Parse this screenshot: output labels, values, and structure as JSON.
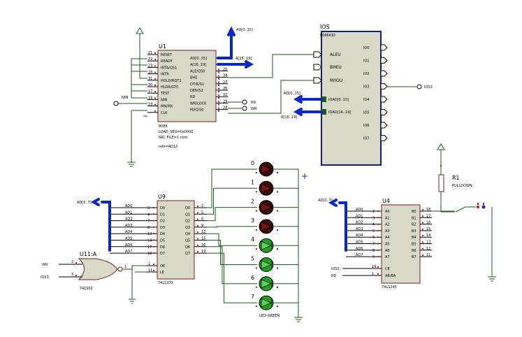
{
  "colors": {
    "background": "#ffffff",
    "wire": "#1a5a1a",
    "bus": "#0a28c8",
    "chip": "#d9d9c7",
    "led_red": "#3a0a0a",
    "led_green": "#1ea11e"
  },
  "u1": {
    "ref": "U1",
    "part": "8086",
    "prop1": "LOAD_SEG=0x0000",
    "prop2": "SRC FILE=1.com",
    "prop3": "refs=AD12",
    "left_pins": [
      {
        "num": "21",
        "name": "RESET"
      },
      {
        "num": "22",
        "name": "READY"
      },
      {
        "num": "23",
        "name": "INTA/QS1"
      },
      {
        "num": "18",
        "name": "INTR"
      },
      {
        "num": "31",
        "name": "HOLD/RQT1"
      },
      {
        "num": "30",
        "name": "HLDA/GT0"
      },
      {
        "num": "17",
        "name": "TEST"
      },
      {
        "num": "33",
        "name": "NMI"
      },
      {
        "num": "19",
        "name": "MN/MX"
      },
      {
        "num": "",
        "name": "CLK"
      }
    ],
    "right_pins": [
      {
        "num": "",
        "name": "AD[0..15]"
      },
      {
        "num": "",
        "name": "A[16..19]"
      },
      {
        "num": "25",
        "name": "ALE/QS0"
      },
      {
        "num": "34",
        "name": "BHE"
      },
      {
        "num": "27",
        "name": "DT/R/S1"
      },
      {
        "num": "26",
        "name": "DEN/S2"
      },
      {
        "num": "32",
        "name": "RD"
      },
      {
        "num": "29",
        "name": "WR/LOCK"
      },
      {
        "num": "28",
        "name": "M/IO/S0"
      }
    ]
  },
  "top_bus_label": "AD[0..15]",
  "u1_bus_label": "A[16..19]",
  "nmi_label": "NMI",
  "rd_terminal": "RD",
  "wr_terminal": "WR",
  "ios": {
    "title": "IOS",
    "subtitle": "8086IOD",
    "left_pins": [
      "ALEU",
      "BHEU",
      "M/IOU"
    ],
    "bus_pins": [
      "IOAD[0..15]",
      "IOAD[16..19]"
    ],
    "bus_labels": [
      "AD[0..15]",
      "A[16..19]"
    ],
    "right_pins": [
      "IO0",
      "IO1",
      "IO2",
      "IO3",
      "IO4",
      "IO5",
      "IO6",
      "IO7"
    ],
    "io3_terminal": "IOS3"
  },
  "u9": {
    "ref": "U9",
    "part": "74LS373",
    "bus_label": "AD[0..7]",
    "in_labels": [
      "AD0",
      "AD1",
      "AD2",
      "AD3",
      "AD4",
      "AD5",
      "AD6",
      "AD7"
    ],
    "in_nums": [
      "3",
      "4",
      "7",
      "8",
      "13",
      "14",
      "17",
      "18"
    ],
    "in_pins": [
      "D0",
      "D1",
      "D2",
      "D3",
      "D4",
      "D5",
      "D6",
      "D7"
    ],
    "out_pins": [
      "Q0",
      "Q1",
      "Q2",
      "Q3",
      "Q4",
      "Q5",
      "Q6",
      "Q7"
    ],
    "out_nums": [
      "2",
      "5",
      "6",
      "9",
      "12",
      "15",
      "16",
      "19"
    ],
    "ctrl_pins": [
      "OE",
      "LE"
    ],
    "ctrl_nums": [
      "1",
      "11"
    ]
  },
  "u11": {
    "ref": "U11:A",
    "part": "74LS02",
    "inputs": [
      "WR",
      "IOS3"
    ],
    "in_nums": [
      "2",
      "3"
    ],
    "out_num": "1"
  },
  "leds": {
    "numbers": [
      "0",
      "1",
      "2",
      "3",
      "4",
      "5",
      "6",
      "7"
    ],
    "states": [
      "red",
      "red",
      "red",
      "red",
      "green",
      "green",
      "green",
      "green"
    ],
    "label": "LED-GREEN"
  },
  "u4": {
    "ref": "U4",
    "part": "74LS245",
    "bus_label": "AD[0..7]",
    "in_labels": [
      "AD0",
      "AD1",
      "AD2",
      "AD3",
      "AD4",
      "AD5",
      "AD6",
      "AD7"
    ],
    "a_pins": [
      "A0",
      "A1",
      "A2",
      "A3",
      "A4",
      "A5",
      "A6",
      "A7"
    ],
    "in_nums": [
      "2",
      "3",
      "4",
      "5",
      "6",
      "7",
      "8",
      "9"
    ],
    "b_pins": [
      "B0",
      "B1",
      "B2",
      "B3",
      "B4",
      "B5",
      "B6",
      "B7"
    ],
    "b_nums": [
      "18",
      "17",
      "16",
      "15",
      "14",
      "13",
      "12",
      "11"
    ],
    "ctrl_pins": [
      "CE",
      "AB/BA"
    ],
    "ctrl_nums": [
      "19",
      "1"
    ],
    "ctrl_labels": [
      "IOS3",
      "RD"
    ]
  },
  "r1": {
    "ref": "R1",
    "part": "PULLDOWN"
  }
}
